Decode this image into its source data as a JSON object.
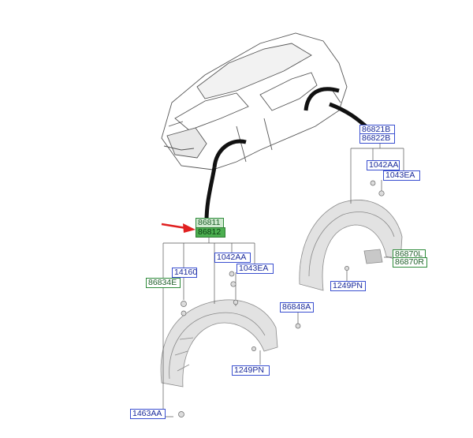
{
  "diagram": {
    "labels": {
      "l86811": "86811",
      "l86812": "86812",
      "l14160": "14160",
      "l86834E": "86834E",
      "l1042AA_front": "1042AA",
      "l1043EA_front": "1043EA",
      "l86848A": "86848A",
      "l1249PN_front": "1249PN",
      "l1463AA": "1463AA",
      "l86821B": "86821B",
      "l86822B": "86822B",
      "l1042AA_rear": "1042AA",
      "l1043EA_rear": "1043EA",
      "l86870L": "86870L",
      "l86870R": "86870R",
      "l1249PN_rear": "1249PN"
    },
    "colors": {
      "arrow": "#e02020",
      "pointer": "#111111",
      "box_blue": "#3a4fd0",
      "box_green": "#2e8b3a",
      "highlight": "#4caf50"
    }
  }
}
